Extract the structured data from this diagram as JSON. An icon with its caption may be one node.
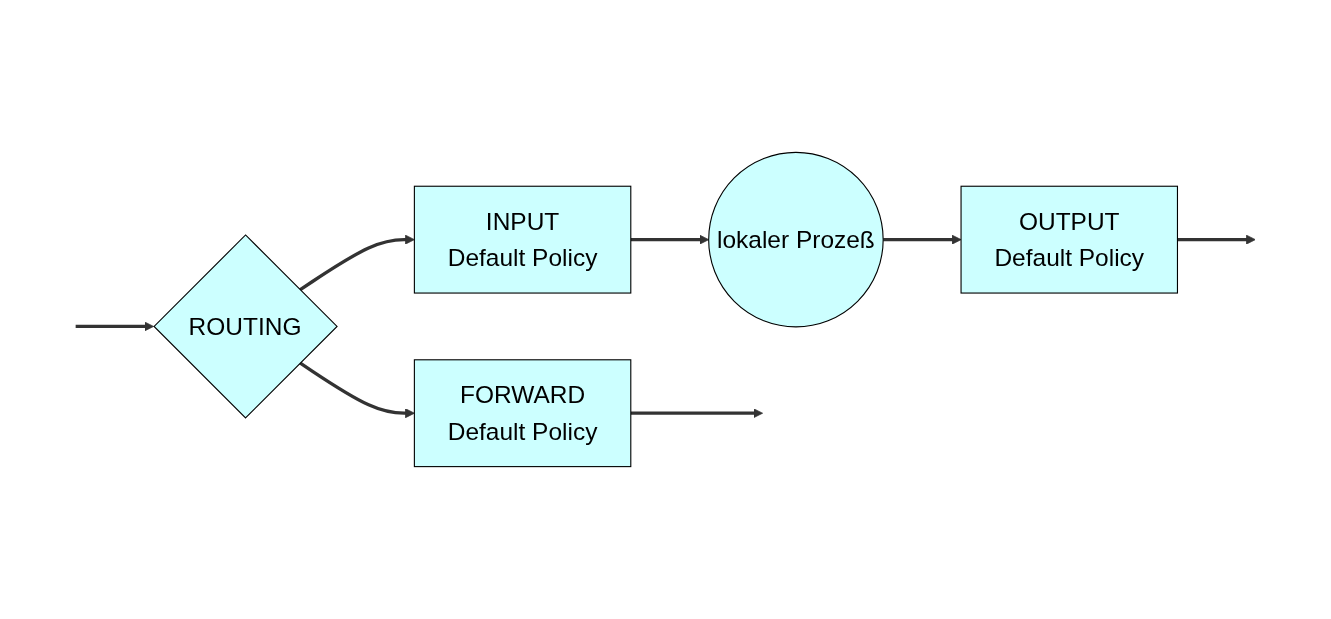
{
  "diagram": {
    "nodes": [
      {
        "text": [
          "ROUTING"
        ]
      },
      {
        "text": [
          "FORWARD",
          "Default Policy"
        ]
      },
      {
        "text": [
          "INPUT",
          "Default Policy"
        ]
      },
      {
        "text": [
          "lokaler Prozeß"
        ]
      },
      {
        "text": [
          "OUTPUT",
          "Default Policy"
        ]
      }
    ],
    "edges": [
      {
        "from": null,
        "to": 0,
        "arrow": "to"
      },
      {
        "from": 0,
        "to": 1,
        "arrow": "to"
      },
      {
        "from": 0,
        "to": 2,
        "arrow": "to"
      },
      {
        "from": 2,
        "to": 3,
        "arrow": "to"
      },
      {
        "from": 3,
        "to": 4,
        "arrow": "to"
      },
      {
        "from": 1,
        "to": null,
        "arrow": "to"
      },
      {
        "from": 4,
        "to": null,
        "arrow": "to"
      }
    ]
  }
}
